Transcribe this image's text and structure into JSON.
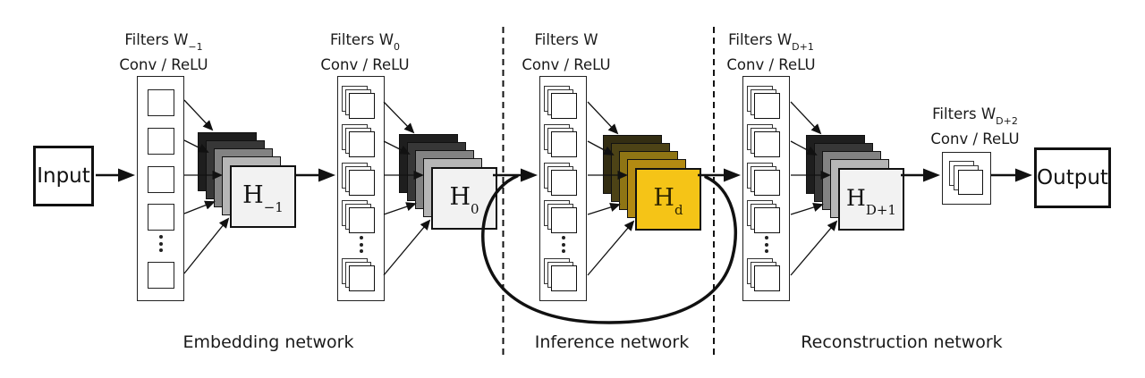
{
  "diagram": {
    "io": {
      "input_label": "Input",
      "output_label": "Output"
    },
    "filters_groups": [
      {
        "prefix": "Filters W",
        "sub": "−1",
        "conv": "Conv / ReLU"
      },
      {
        "prefix": "Filters W",
        "sub": "0",
        "conv": "Conv / ReLU"
      },
      {
        "prefix": "Filters W",
        "sub": "",
        "conv": "Conv / ReLU"
      },
      {
        "prefix": "Filters W",
        "sub": "D+1",
        "conv": "Conv / ReLU"
      },
      {
        "prefix": "Filters W",
        "sub": "D+2",
        "conv": "Conv / ReLU"
      }
    ],
    "feature_maps": [
      {
        "base": "H",
        "sub": "−1"
      },
      {
        "base": "H",
        "sub": "0"
      },
      {
        "base": "H",
        "sub": "d"
      },
      {
        "base": "H",
        "sub": "D+1"
      }
    ],
    "sections": [
      {
        "label": "Embedding network"
      },
      {
        "label": "Inference network"
      },
      {
        "label": "Reconstruction network"
      }
    ],
    "colors": {
      "gray_stack": [
        "#1e1e1e",
        "#373737",
        "#828282",
        "#b6b6b6",
        "#f2f2f2"
      ],
      "gold_stack": [
        "#332d12",
        "#4d4316",
        "#8f7514",
        "#b38a12",
        "#f5c417"
      ],
      "line": "#111111",
      "gold_text": "#2e2500"
    }
  }
}
